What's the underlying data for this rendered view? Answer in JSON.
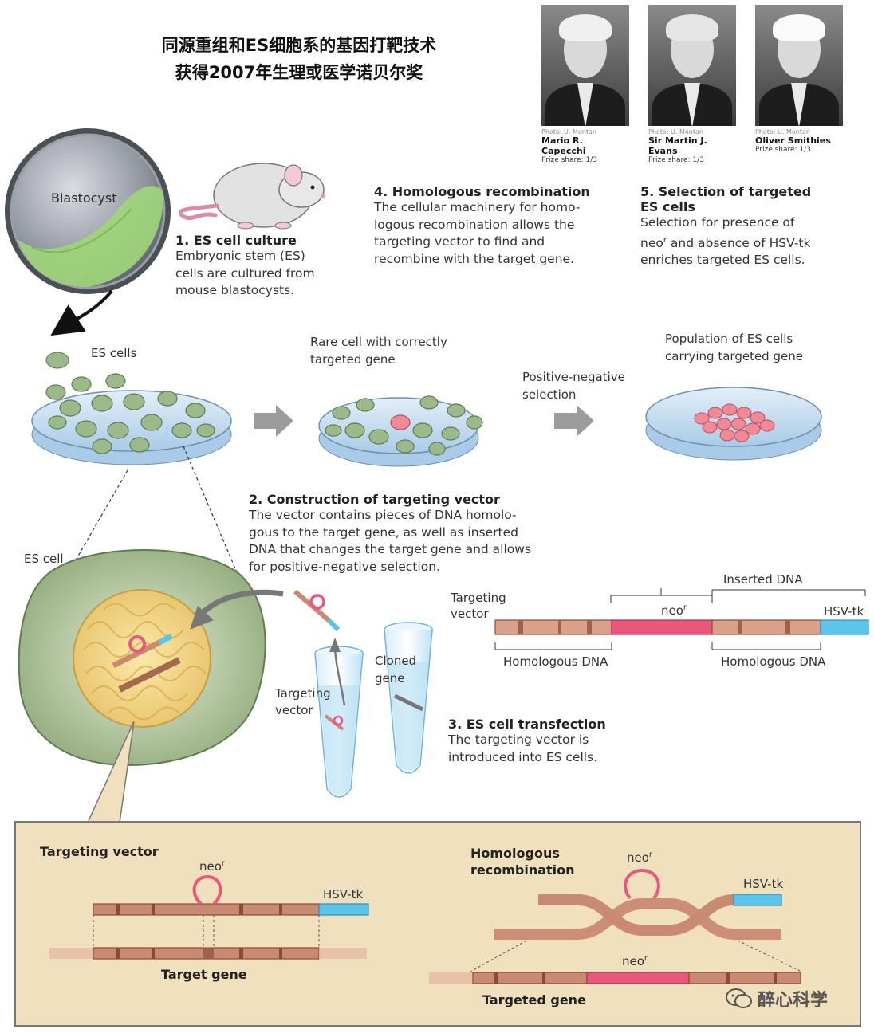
{
  "title": {
    "line1": "同源重组和ES细胞系的基因打靶技术",
    "line2": "获得2007年生理或医学诺贝尔奖"
  },
  "laureates": [
    {
      "credit": "Photo: U. Montan",
      "name": "Mario R. Capecchi",
      "share": "Prize share: 1/3"
    },
    {
      "credit": "Photo: U. Montan",
      "name": "Sir Martin J. Evans",
      "share": "Prize share: 1/3"
    },
    {
      "credit": "Photo: U. Montan",
      "name": "Oliver Smithies",
      "share": "Prize share: 1/3"
    }
  ],
  "blastocyst_label": "Blastocyst",
  "steps": {
    "s1": {
      "title": "1. ES cell culture",
      "lines": [
        "Embryonic stem (ES)",
        "cells are cultured from",
        "mouse blastocysts."
      ]
    },
    "s2": {
      "title": "2. Construction of targeting vector",
      "lines": [
        "The vector contains pieces of DNA homolo-",
        "gous to the target gene, as well as inserted",
        "DNA that changes the target gene and allows",
        "for positive-negative selection."
      ]
    },
    "s3": {
      "title": "3. ES cell transfection",
      "lines": [
        "The targeting vector is",
        "introduced into ES cells."
      ]
    },
    "s4": {
      "title": "4. Homologous recombination",
      "lines": [
        "The cellular machinery for homo-",
        "logous recombination allows the",
        "targeting vector to find and",
        "recombine with the target gene."
      ]
    },
    "s5": {
      "title_l1": "5. Selection of targeted",
      "title_l2": "ES cells",
      "lines": [
        "Selection for presence of",
        "neo and absence of HSV-tk",
        "enriches targeted ES cells."
      ],
      "sup": "r"
    }
  },
  "labels": {
    "es_cells": "ES cells",
    "rare_cell_l1": "Rare cell with correctly",
    "rare_cell_l2": "targeted gene",
    "pos_neg_l1": "Positive-negative",
    "pos_neg_l2": "selection",
    "population_l1": "Population of ES cells",
    "population_l2": "carrying targeted gene",
    "es_cell": "ES cell",
    "targeting_vector_l1": "Targeting",
    "targeting_vector_l2": "vector",
    "cloned_gene_l1": "Cloned",
    "cloned_gene_l2": "gene",
    "inserted_dna": "Inserted DNA",
    "neo": "neo",
    "neo_sup": "r",
    "hsv_tk": "HSV-tk",
    "homologous_dna": "Homologous DNA"
  },
  "bottom": {
    "targeting_vector": "Targeting vector",
    "target_gene": "Target gene",
    "homologous_l1": "Homologous",
    "homologous_l2": "recombination",
    "targeted_gene": "Targeted gene"
  },
  "watermark": "醉心科学",
  "colors": {
    "dna": "#c98a72",
    "dna_dark": "#8b4a36",
    "neo": "#e8587a",
    "hsv": "#5cc3ea",
    "cell_green": "#b7c9a0",
    "dish_blue": "#bcd8ef",
    "panel_bg": "#f1e0be"
  }
}
